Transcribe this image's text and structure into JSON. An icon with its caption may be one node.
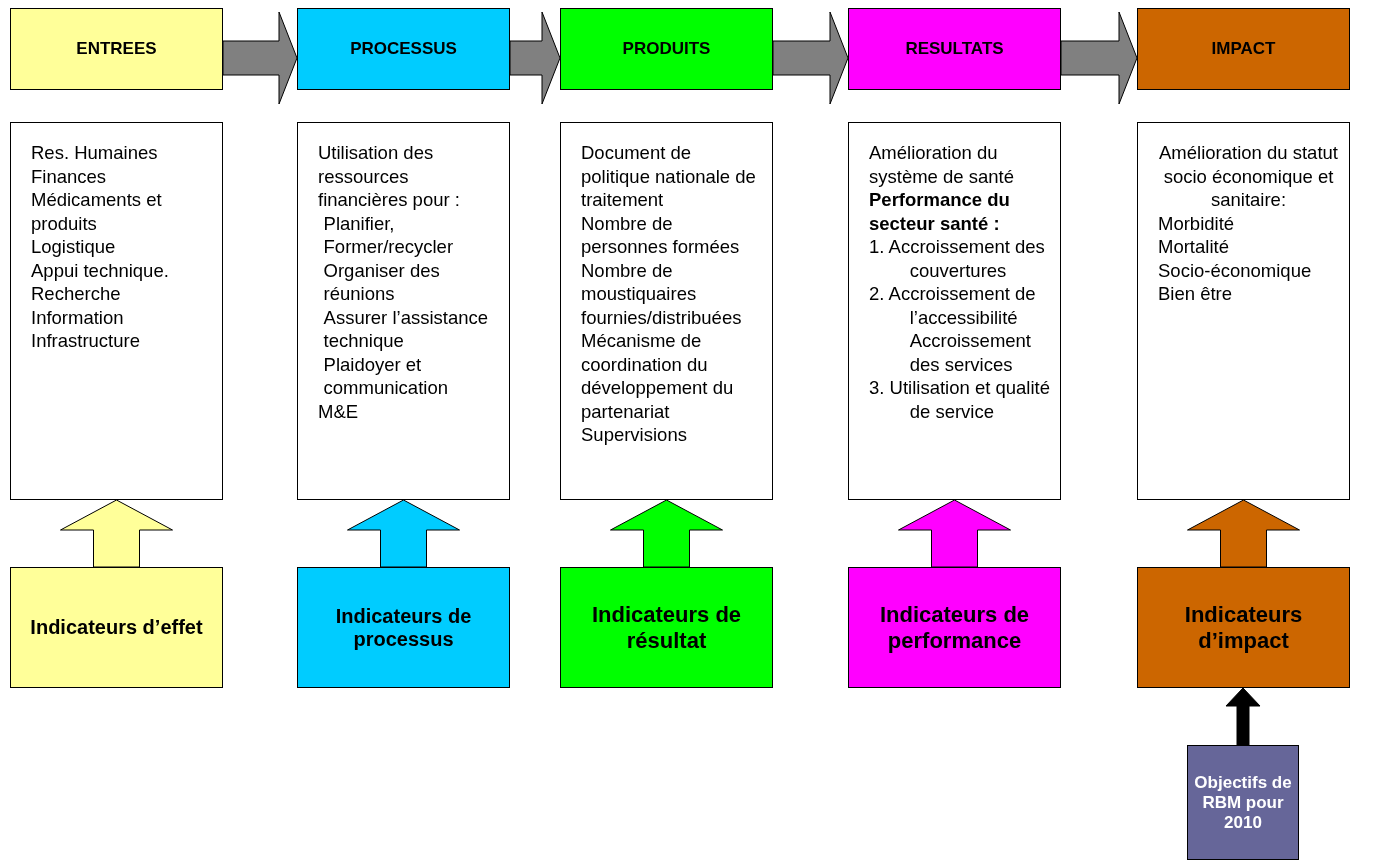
{
  "diagram": {
    "nodes": [
      {
        "text": [
          "ENTREES"
        ]
      },
      {
        "text": [
          "PROCESSUS"
        ]
      },
      {
        "text": [
          "PRODUITS"
        ]
      },
      {
        "text": [
          "RESULTATS"
        ]
      },
      {
        "text": [
          "IMPACT"
        ]
      },
      {
        "text": [
          "Res. Humaines",
          "Finances",
          "Médicaments et produits",
          "Logistique",
          "Appui technique.",
          "Recherche",
          "Information",
          "Infrastructure"
        ]
      },
      {
        "text": [
          "Utilisation des ressources financières pour :",
          "Planifier,",
          "Former/recycler",
          "Organiser des réunions",
          "Assurer l’assistance technique",
          "Plaidoyer et communication",
          "M&E"
        ]
      },
      {
        "text": [
          "Document de politique nationale de traitement",
          "Nombre de personnes formées",
          "Nombre de moustiquaires fournies/distribuées",
          "Mécanisme de coordination du développement du partenariat",
          "Supervisions"
        ]
      },
      {
        "text": [
          "Amélioration du système de santé",
          "Performance du secteur santé :",
          "1. Accroissement des couvertures",
          "2. Accroissement de l’accessibilité",
          "Accroissement des services",
          "3. Utilisation et qualité de service"
        ]
      },
      {
        "text": [
          "Amélioration du statut socio économique et sanitaire:",
          "Morbidité",
          "Mortalité",
          "Socio-économique",
          "Bien être"
        ]
      },
      {
        "text": [
          "Indicateurs d’effet"
        ]
      },
      {
        "text": [
          "Indicateurs de processus"
        ]
      },
      {
        "text": [
          "Indicateurs de résultat"
        ]
      },
      {
        "text": [
          "Indicateurs de performance"
        ]
      },
      {
        "text": [
          "Indicateurs d’impact"
        ]
      },
      {
        "text": [
          "Objectifs de RBM pour 2010"
        ]
      }
    ],
    "edges": [
      {
        "from": 0,
        "to": 1,
        "arrow": "to",
        "style": "thick",
        "color": "#808080"
      },
      {
        "from": 1,
        "to": 2,
        "arrow": "to",
        "style": "thick",
        "color": "#808080"
      },
      {
        "from": 2,
        "to": 3,
        "arrow": "to",
        "style": "thick",
        "color": "#808080"
      },
      {
        "from": 3,
        "to": 4,
        "arrow": "to",
        "style": "thick",
        "color": "#808080"
      },
      {
        "from": 10,
        "to": 5,
        "arrow": "to",
        "style": "thick",
        "color": "#ffff99"
      },
      {
        "from": 11,
        "to": 6,
        "arrow": "to",
        "style": "thick",
        "color": "#00ccff"
      },
      {
        "from": 12,
        "to": 7,
        "arrow": "to",
        "style": "thick",
        "color": "#00ff00"
      },
      {
        "from": 13,
        "to": 8,
        "arrow": "to",
        "style": "thick",
        "color": "#ff00ff"
      },
      {
        "from": 14,
        "to": 9,
        "arrow": "to",
        "style": "thick",
        "color": "#cc6600"
      },
      {
        "from": 15,
        "to": 14,
        "arrow": "to",
        "style": "thick",
        "color": "#000000"
      }
    ]
  }
}
